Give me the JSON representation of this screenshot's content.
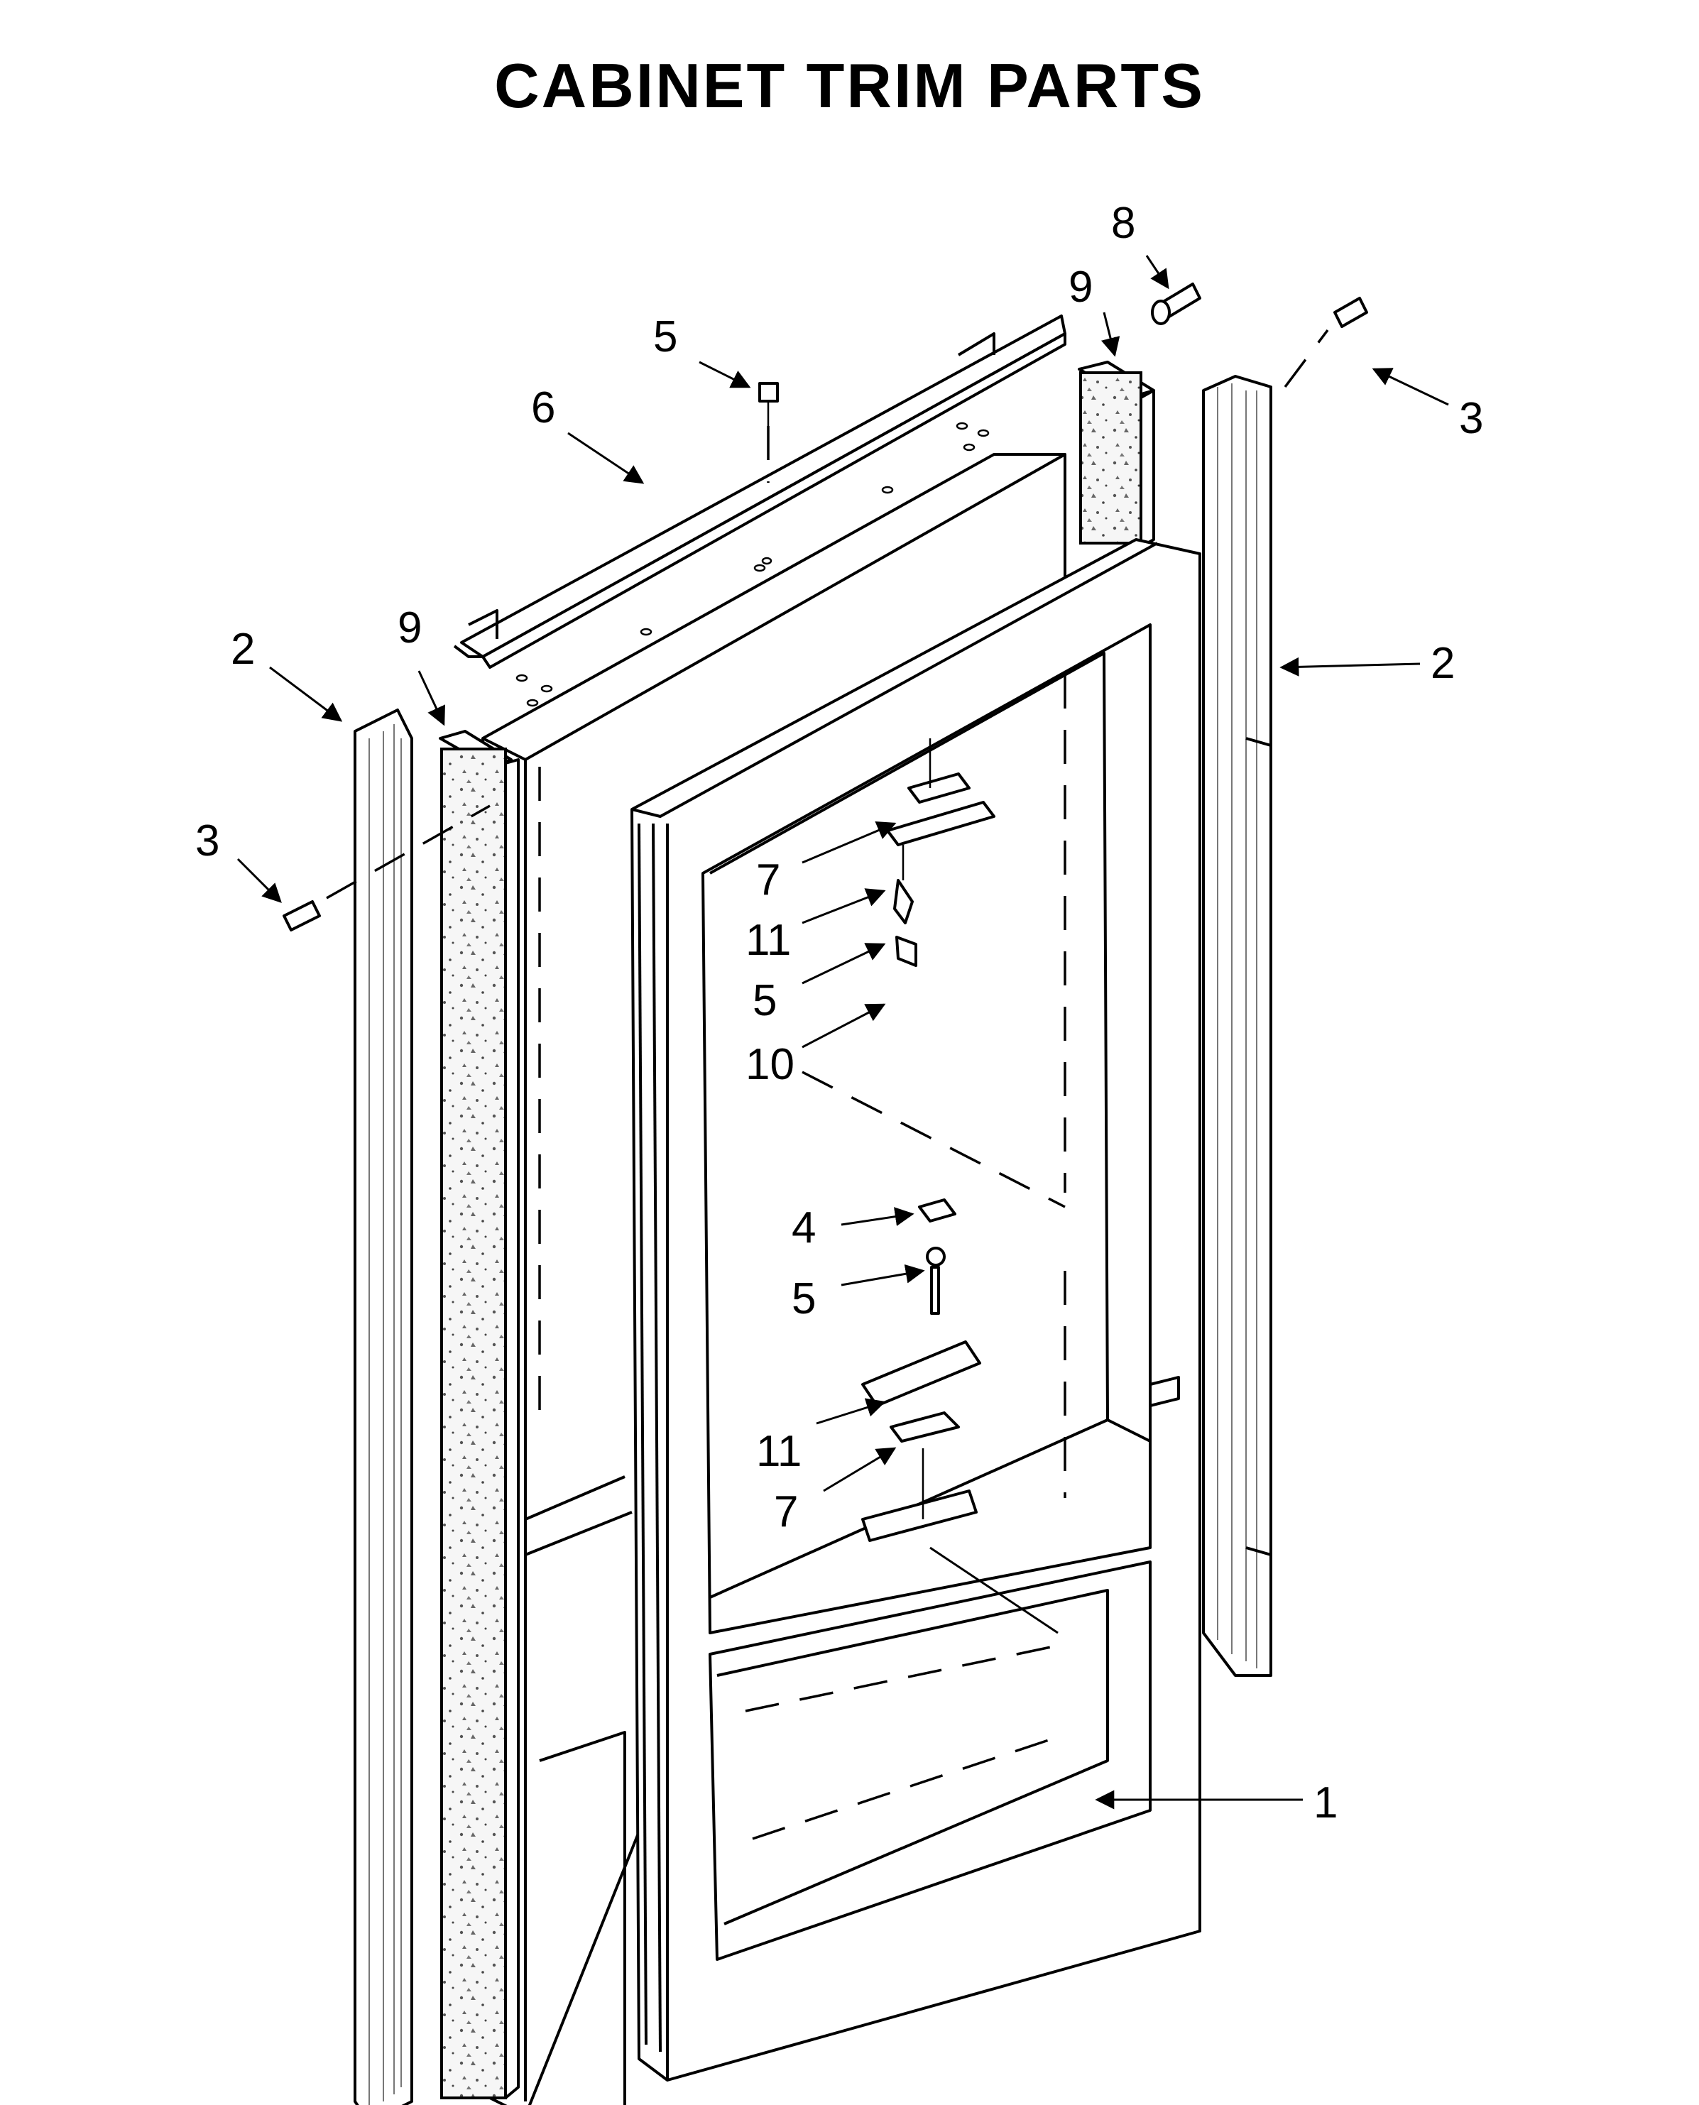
{
  "title": "CABINET TRIM PARTS",
  "callouts": [
    {
      "id": "c8",
      "label": "8"
    },
    {
      "id": "c9-top",
      "label": "9"
    },
    {
      "id": "c5-top",
      "label": "5"
    },
    {
      "id": "c3-right",
      "label": "3"
    },
    {
      "id": "c6",
      "label": "6"
    },
    {
      "id": "c2-left",
      "label": "2"
    },
    {
      "id": "c9-left",
      "label": "9"
    },
    {
      "id": "c2-right",
      "label": "2"
    },
    {
      "id": "c3-left",
      "label": "3"
    },
    {
      "id": "c7-upper",
      "label": "7"
    },
    {
      "id": "c11-upper",
      "label": "11"
    },
    {
      "id": "c5-mid",
      "label": "5"
    },
    {
      "id": "c10",
      "label": "10"
    },
    {
      "id": "c4",
      "label": "4"
    },
    {
      "id": "c5-lower",
      "label": "5"
    },
    {
      "id": "c11-lower",
      "label": "11"
    },
    {
      "id": "c7-lower",
      "label": "7"
    },
    {
      "id": "c1",
      "label": "1"
    }
  ]
}
